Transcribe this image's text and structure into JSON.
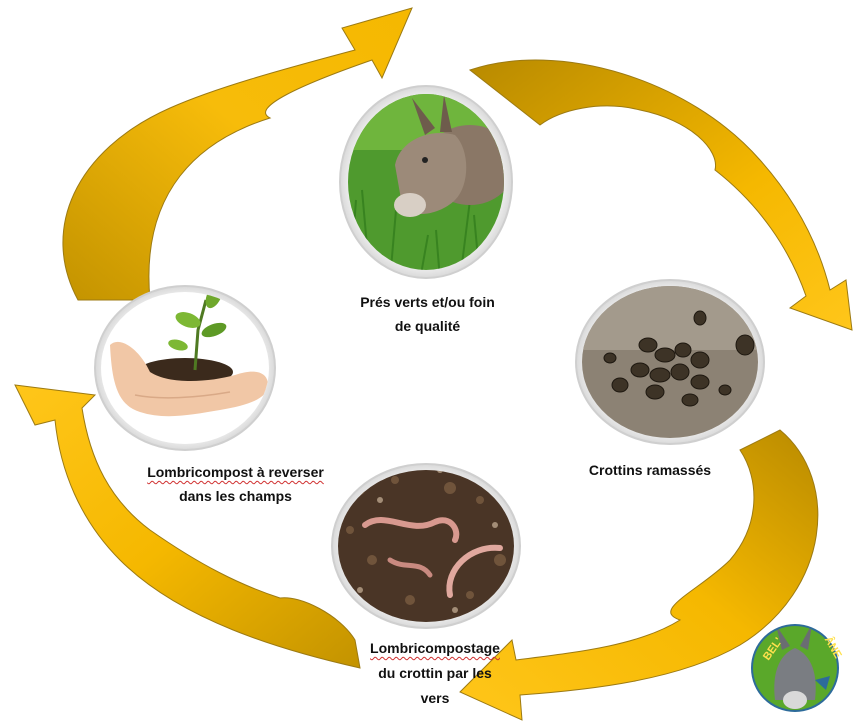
{
  "colors": {
    "arrow_fill": "#F5B800",
    "arrow_shade": "#B88A00",
    "arrow_edge": "#9C7A12",
    "grass": "#3f8f2a",
    "soil": "#4a3526",
    "logo_green": "#5aa82a"
  },
  "stages": [
    {
      "id": "pres",
      "line1": "Prés verts et/ou foin",
      "line2": "de qualité",
      "line3": "",
      "image": "donkey-grazing"
    },
    {
      "id": "crottins",
      "line1": "Crottins ramassés",
      "line2": "",
      "line3": "",
      "image": "droppings"
    },
    {
      "id": "lombricompostage",
      "line1": "Lombricompostage",
      "line2": "du crottin par les",
      "line3": "vers",
      "image": "worms-compost"
    },
    {
      "id": "lombricompost",
      "line1": "Lombricompost à reverser",
      "line2": "dans les champs",
      "line3": "",
      "image": "seedling-in-hand"
    }
  ],
  "logo": {
    "text_left": "BEL'",
    "text_right": "ÂNE",
    "icon": "donkey-head-logo"
  }
}
